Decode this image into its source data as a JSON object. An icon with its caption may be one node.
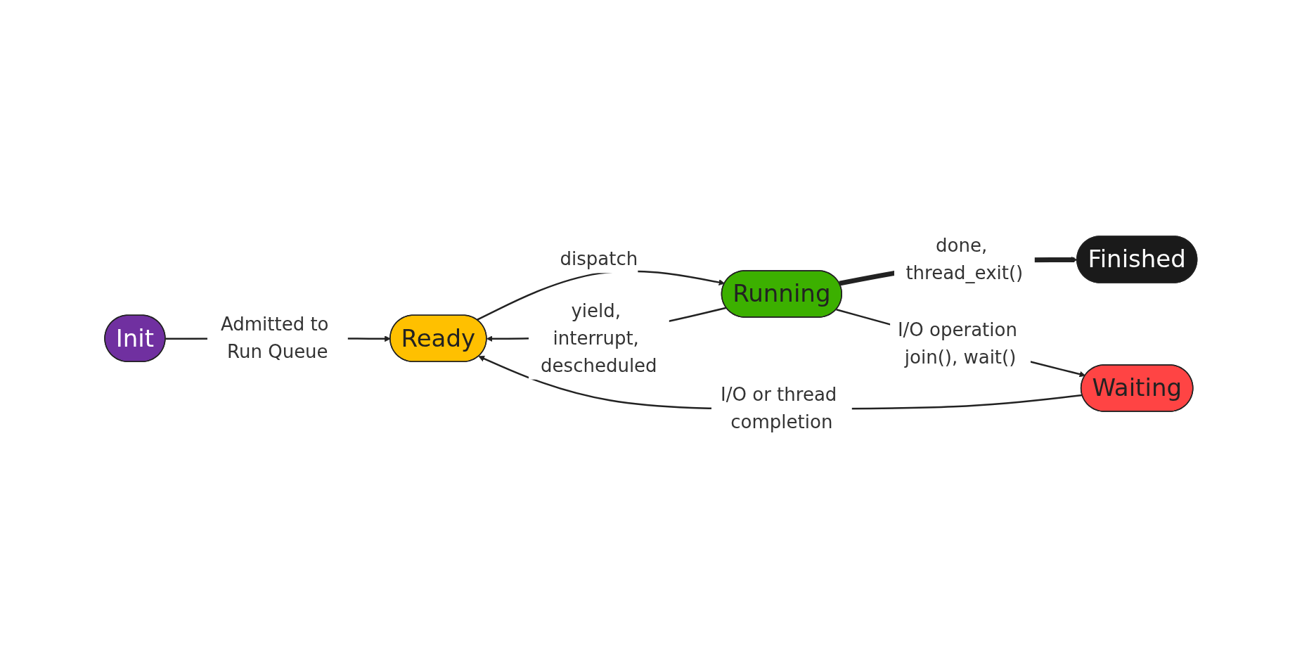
{
  "diagram": {
    "nodes": [
      {
        "text": [
          "Init"
        ]
      },
      {
        "text": [
          "Ready"
        ]
      },
      {
        "text": [
          "Running"
        ]
      },
      {
        "text": [
          "Finished"
        ]
      },
      {
        "text": [
          "Waiting"
        ]
      }
    ],
    "edges": [
      {
        "from": 0,
        "to": 1,
        "arrow": "to",
        "label": "Admitted to Run Queue"
      },
      {
        "from": 2,
        "to": 1,
        "arrow": "to",
        "label": "yield, interrupt, descheduled"
      },
      {
        "from": 1,
        "to": 2,
        "arrow": "to",
        "label": "dispatch"
      },
      {
        "from": 2,
        "to": 3,
        "arrow": "to",
        "label": "done, thread_exit()",
        "style": "thick"
      },
      {
        "from": 2,
        "to": 4,
        "arrow": "to",
        "label": "I/O operation join(), wait()"
      },
      {
        "from": 4,
        "to": 1,
        "arrow": "to",
        "label": "I/O or thread completion"
      }
    ]
  }
}
